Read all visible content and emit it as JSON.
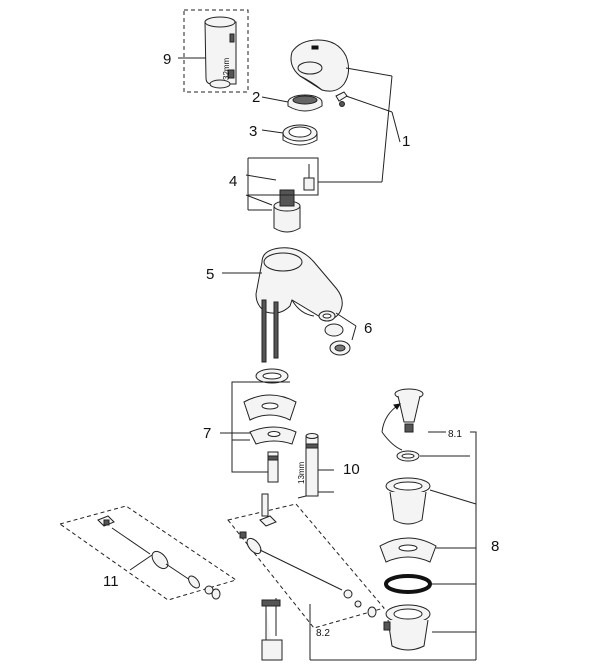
{
  "labels": {
    "l1": "1",
    "l2": "2",
    "l3": "3",
    "l4": "4",
    "l5": "5",
    "l6": "6",
    "l7": "7",
    "l8": "8",
    "l8_1": "8.1",
    "l8_2": "8.2",
    "l9": "9",
    "l10": "10",
    "l11": "11"
  },
  "dimensions": {
    "d32": "32mm",
    "d13": "13mm"
  }
}
